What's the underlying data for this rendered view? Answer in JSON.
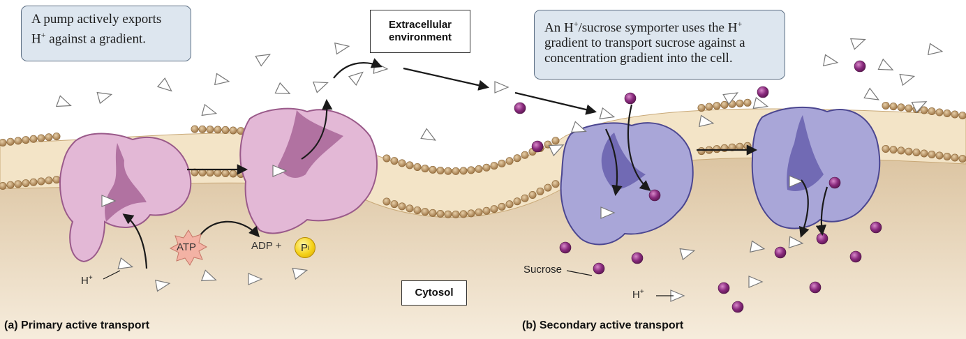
{
  "callouts": {
    "pump_line1": "A pump actively exports",
    "pump_line2_h": "H",
    "pump_line2_sup": "+",
    "pump_line2_rest": " against a gradient.",
    "symporter_line1_pre": "An H",
    "symporter_line1_sup1": "+",
    "symporter_line1_mid": "/sucrose symporter uses the H",
    "symporter_line1_sup2": "+",
    "symporter_line2": "gradient to transport sucrose against a",
    "symporter_line3": "concentration gradient into the cell."
  },
  "boxes": {
    "extracellular_line1": "Extracellular",
    "extracellular_line2": "environment",
    "cytosol": "Cytosol"
  },
  "panels": {
    "a": "(a) Primary active transport",
    "b": "(b) Secondary active transport"
  },
  "labels": {
    "h_plus_a": "H",
    "h_plus_a_sup": "+",
    "h_plus_b": "H",
    "h_plus_b_sup": "+",
    "sucrose": "Sucrose",
    "atp": "ATP",
    "adp_plus": "ADP +",
    "pi": "P",
    "pi_sub": "i"
  },
  "colors": {
    "cytosol": "#d8c1a0",
    "membrane_head": "#b08a5c",
    "membrane_tail": "#f3e4c7",
    "pump_protein": "#e3b8d6",
    "pump_channel": "#9a5a8a",
    "symporter_protein": "#a9a6d8",
    "symporter_channel": "#5d58a0",
    "sucrose": "#8a2b7e",
    "callout_bg": "#dde6ef"
  }
}
